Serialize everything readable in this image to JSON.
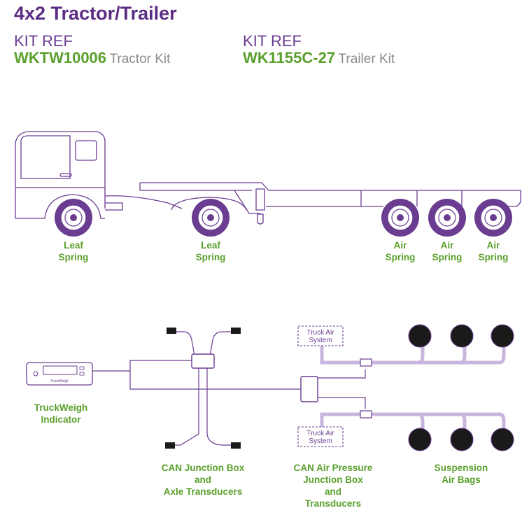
{
  "title": "4x2 Tractor/Trailer",
  "kits": [
    {
      "ref": "KIT REF",
      "code": "WKTW10006",
      "desc": "Tractor Kit"
    },
    {
      "ref": "KIT REF",
      "code": "WK1155C-27",
      "desc": "Trailer Kit"
    }
  ],
  "wheels": [
    {
      "line1": "Leaf",
      "line2": "Spring"
    },
    {
      "line1": "Leaf",
      "line2": "Spring"
    },
    {
      "line1": "Air",
      "line2": "Spring"
    },
    {
      "line1": "Air",
      "line2": "Spring"
    },
    {
      "line1": "Air",
      "line2": "Spring"
    }
  ],
  "indicator": {
    "line1": "TruckWeigh",
    "line2": "Indicator",
    "brand": "TruckWeigh"
  },
  "can_junction": {
    "line1": "CAN Junction Box",
    "line2": "and",
    "line3": "Axle Transducers"
  },
  "can_air": {
    "line1": "CAN Air Pressure",
    "line2": "Junction Box",
    "line3": "and",
    "line4": "Transducers"
  },
  "suspension": {
    "line1": "Suspension",
    "line2": "Air Bags"
  },
  "truck_air": {
    "line1": "Truck Air",
    "line2": "System"
  },
  "colors": {
    "purple": "#6a3d91",
    "green": "#5aa02c",
    "pipe": "#c9b5dd",
    "dark": "#1a1a1a"
  }
}
